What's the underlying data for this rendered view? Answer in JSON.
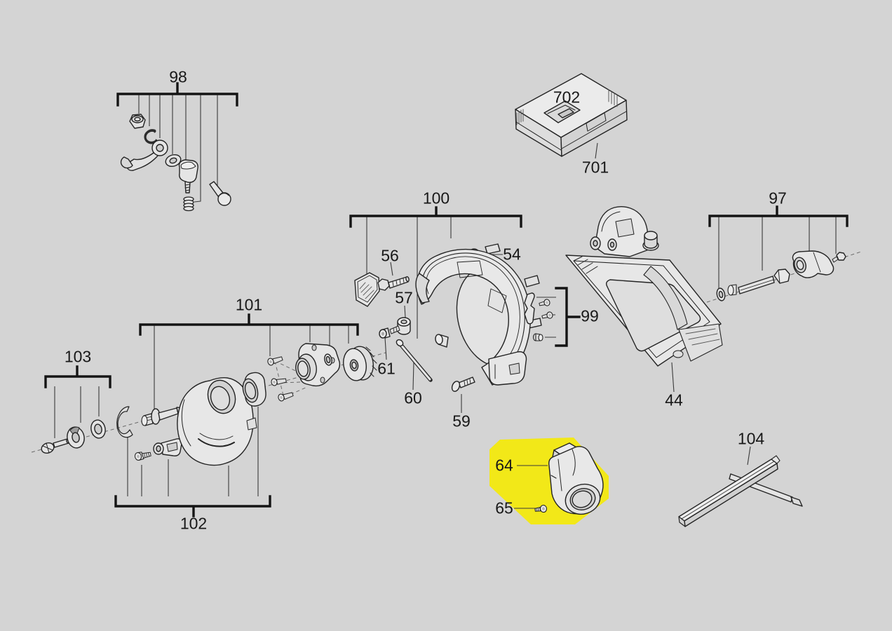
{
  "diagram": {
    "kind": "exploded-parts-diagram",
    "background_color": "#d4d4d4",
    "highlight_color": "#f2e818",
    "line_color": "#1e1e1e",
    "highlighted_part": "64"
  },
  "callouts": {
    "98": {
      "label": "98"
    },
    "702": {
      "label": "702"
    },
    "701": {
      "label": "701"
    },
    "100": {
      "label": "100"
    },
    "97": {
      "label": "97"
    },
    "56": {
      "label": "56"
    },
    "54": {
      "label": "54"
    },
    "57": {
      "label": "57"
    },
    "99": {
      "label": "99"
    },
    "61": {
      "label": "61"
    },
    "60": {
      "label": "60"
    },
    "59": {
      "label": "59"
    },
    "101": {
      "label": "101"
    },
    "103": {
      "label": "103"
    },
    "102": {
      "label": "102"
    },
    "44": {
      "label": "44"
    },
    "64": {
      "label": "64",
      "highlighted": true
    },
    "65": {
      "label": "65"
    },
    "104": {
      "label": "104"
    }
  }
}
